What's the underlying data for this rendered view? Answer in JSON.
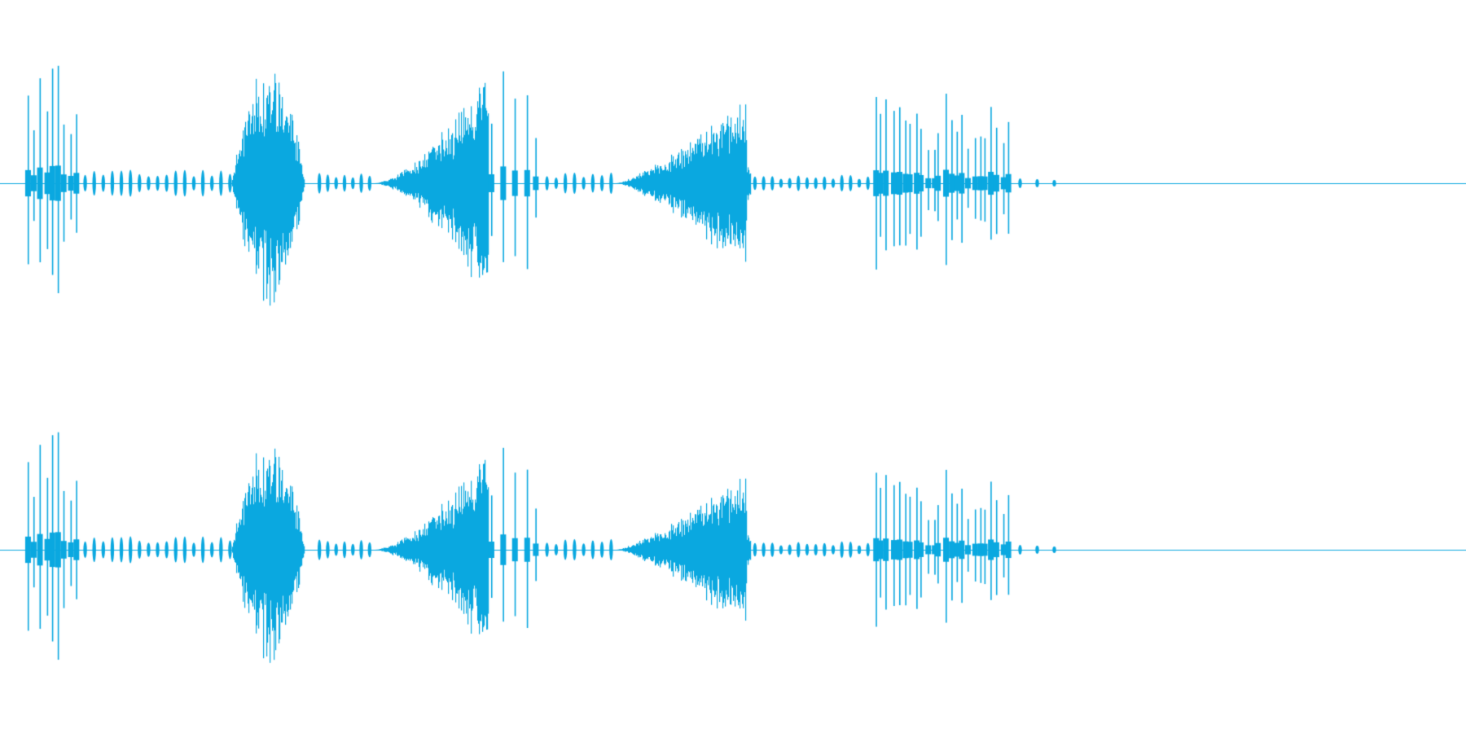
{
  "waveform": {
    "color": "#0aa8e0",
    "background": "#ffffff",
    "channels": [
      {
        "name": "",
        "bursts": [
          {
            "kind": "clicks",
            "start": 0.016,
            "end": 0.055,
            "peak": 0.98,
            "count": 9
          },
          {
            "kind": "ticks",
            "start": 0.055,
            "end": 0.16,
            "peak": 0.1,
            "count": 17
          },
          {
            "kind": "noise",
            "start": 0.158,
            "end": 0.215,
            "peak": 0.92,
            "shape": "swell"
          },
          {
            "kind": "ticks",
            "start": 0.215,
            "end": 0.255,
            "peak": 0.08,
            "count": 7
          },
          {
            "kind": "noise",
            "start": 0.255,
            "end": 0.333,
            "peak": 0.95,
            "shape": "rise"
          },
          {
            "kind": "clicks",
            "start": 0.332,
            "end": 0.37,
            "peak": 0.9,
            "count": 5
          },
          {
            "kind": "ticks",
            "start": 0.37,
            "end": 0.42,
            "peak": 0.08,
            "count": 8
          },
          {
            "kind": "noise",
            "start": 0.42,
            "end": 0.512,
            "peak": 0.72,
            "shape": "rise-sharp"
          },
          {
            "kind": "ticks",
            "start": 0.512,
            "end": 0.595,
            "peak": 0.06,
            "count": 14
          },
          {
            "kind": "clicks",
            "start": 0.595,
            "end": 0.69,
            "peak": 0.65,
            "count": 24
          },
          {
            "kind": "ticks",
            "start": 0.69,
            "end": 0.725,
            "peak": 0.04,
            "count": 3
          }
        ]
      },
      {
        "name": "",
        "bursts": [
          {
            "kind": "clicks",
            "start": 0.016,
            "end": 0.055,
            "peak": 0.98,
            "count": 9
          },
          {
            "kind": "ticks",
            "start": 0.055,
            "end": 0.16,
            "peak": 0.1,
            "count": 17
          },
          {
            "kind": "noise",
            "start": 0.158,
            "end": 0.215,
            "peak": 0.85,
            "shape": "swell"
          },
          {
            "kind": "ticks",
            "start": 0.215,
            "end": 0.255,
            "peak": 0.08,
            "count": 7
          },
          {
            "kind": "noise",
            "start": 0.255,
            "end": 0.333,
            "peak": 0.85,
            "shape": "rise"
          },
          {
            "kind": "clicks",
            "start": 0.332,
            "end": 0.37,
            "peak": 0.82,
            "count": 5
          },
          {
            "kind": "ticks",
            "start": 0.37,
            "end": 0.42,
            "peak": 0.08,
            "count": 8
          },
          {
            "kind": "noise",
            "start": 0.42,
            "end": 0.512,
            "peak": 0.65,
            "shape": "rise-sharp"
          },
          {
            "kind": "ticks",
            "start": 0.512,
            "end": 0.595,
            "peak": 0.06,
            "count": 14
          },
          {
            "kind": "clicks",
            "start": 0.595,
            "end": 0.69,
            "peak": 0.58,
            "count": 24
          },
          {
            "kind": "ticks",
            "start": 0.69,
            "end": 0.725,
            "peak": 0.04,
            "count": 3
          }
        ]
      }
    ]
  }
}
